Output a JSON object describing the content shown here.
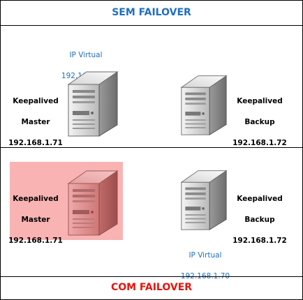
{
  "colors": {
    "title_blue": "#1f6fbf",
    "title_red": "#e8140c",
    "ip_text": "#1f6fbf",
    "highlight": "#f9b3b3",
    "failed_server": "#e89a9a"
  },
  "top": {
    "title": "SEM FAILOVER",
    "virtual_ip": {
      "label": "IP Virtual",
      "address": "192.168.1.70"
    },
    "master": {
      "role": "Keepalived",
      "name": "Master",
      "ip": "192.168.1.71",
      "icon": "server-tower-icon"
    },
    "backup": {
      "role": "Keepalived",
      "name": "Backup",
      "ip": "192.168.1.72",
      "icon": "server-tower-icon"
    }
  },
  "bottom": {
    "title": "COM FAILOVER",
    "virtual_ip": {
      "label": "IP Virtual",
      "address": "192.168.1.70"
    },
    "master": {
      "role": "Keepalived",
      "name": "Master",
      "ip": "192.168.1.71",
      "icon": "server-tower-icon",
      "status": "failed"
    },
    "backup": {
      "role": "Keepalived",
      "name": "Backup",
      "ip": "192.168.1.72",
      "icon": "server-tower-icon"
    }
  }
}
